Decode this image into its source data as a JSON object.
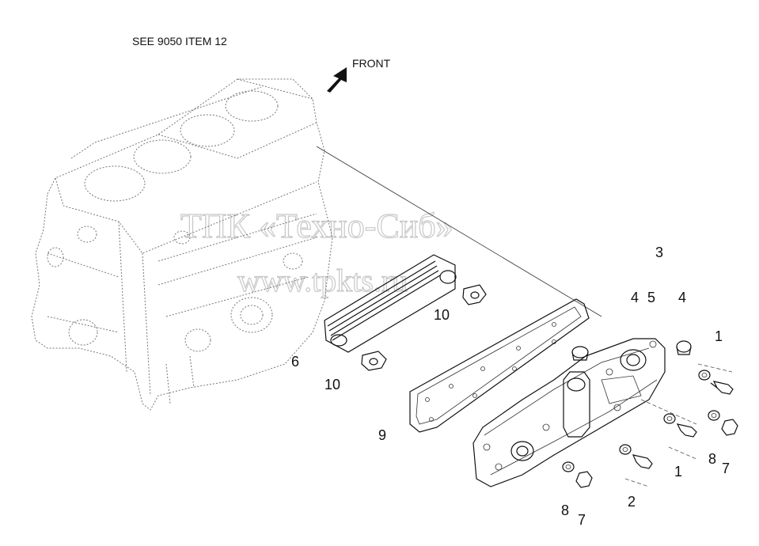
{
  "header": {
    "see_ref": "SEE 9050 ITEM 12",
    "front": "FRONT"
  },
  "watermark": {
    "line1": "ТПК «Техно-Сиб»",
    "line2": "www.tpkts.ru"
  },
  "callouts": {
    "c3": "3",
    "c4a": "4",
    "c5": "5",
    "c4b": "4",
    "c1a": "1",
    "c6": "6",
    "c10a": "10",
    "c10b": "10",
    "c9": "9",
    "c8a": "8",
    "c7a": "7",
    "c1b": "1",
    "c2": "2",
    "c8b": "8",
    "c7b": "7"
  }
}
